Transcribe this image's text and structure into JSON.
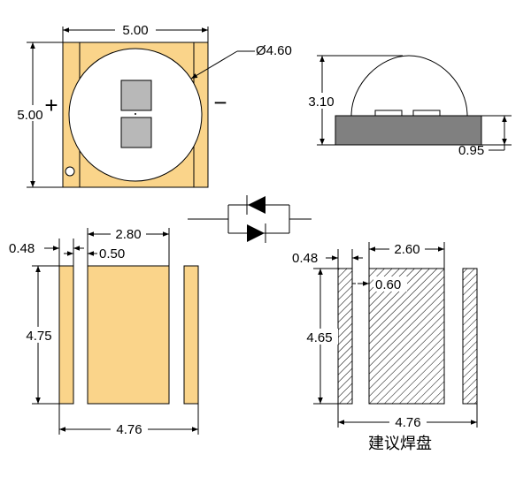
{
  "colors": {
    "pad_fill": "#FAD48A",
    "body_gray": "#808080",
    "chip_gray": "#B8B8B8",
    "line": "#000000"
  },
  "top_view": {
    "width_label": "5.00",
    "height_label": "5.00",
    "diameter_label": "Ø4.60",
    "plus_sign": "+",
    "minus_sign": "−"
  },
  "side_view": {
    "height_label": "3.10",
    "base_label": "0.95"
  },
  "symbol": {
    "type": "anti-parallel diodes"
  },
  "bottom_view": {
    "gap_label": "0.48",
    "center_width_label": "2.80",
    "spacing_label": "0.50",
    "height_label": "4.75",
    "total_width_label": "4.76"
  },
  "footprint": {
    "gap_label": "0.48",
    "center_width_label": "2.60",
    "spacing_label": "0.60",
    "height_label": "4.65",
    "total_width_label": "4.76",
    "caption": "建议焊盘"
  }
}
